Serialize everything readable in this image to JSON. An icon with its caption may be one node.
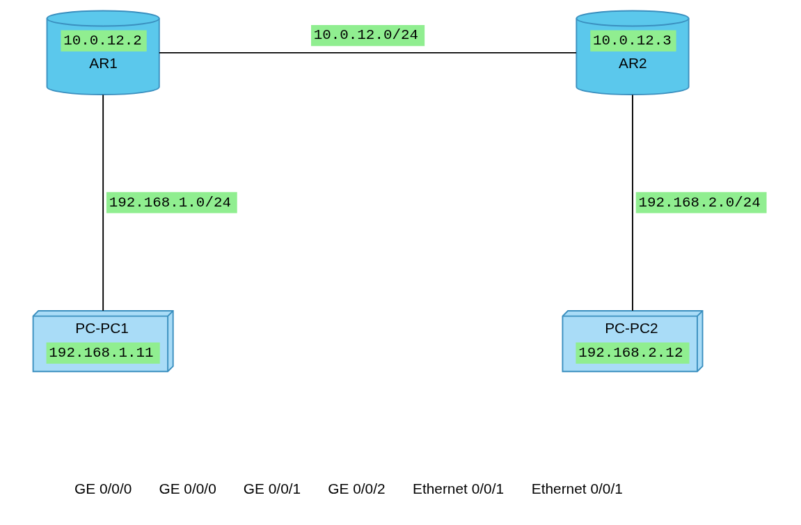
{
  "diagram": {
    "nodes": [
      {
        "text": [
          "10.0.12.2",
          "AR1"
        ]
      },
      {
        "text": [
          "10.0.12.3",
          "AR2"
        ]
      },
      {
        "text": [
          "PC-PC1",
          "192.168.1.11"
        ]
      },
      {
        "text": [
          "PC-PC2",
          "192.168.2.12"
        ]
      }
    ],
    "edges": [
      {
        "from": 0,
        "to": 1,
        "arrow": "none",
        "label": "10.0.12.0/24"
      },
      {
        "from": 0,
        "to": 2,
        "arrow": "none",
        "label": "192.168.1.0/24"
      },
      {
        "from": 1,
        "to": 3,
        "arrow": "none",
        "label": "192.168.2.0/24"
      }
    ],
    "labels": [
      "GE 0/0/0",
      "GE 0/0/0",
      "GE 0/0/1",
      "GE 0/0/2",
      "Ethernet 0/0/1",
      "Ethernet 0/0/1"
    ]
  }
}
